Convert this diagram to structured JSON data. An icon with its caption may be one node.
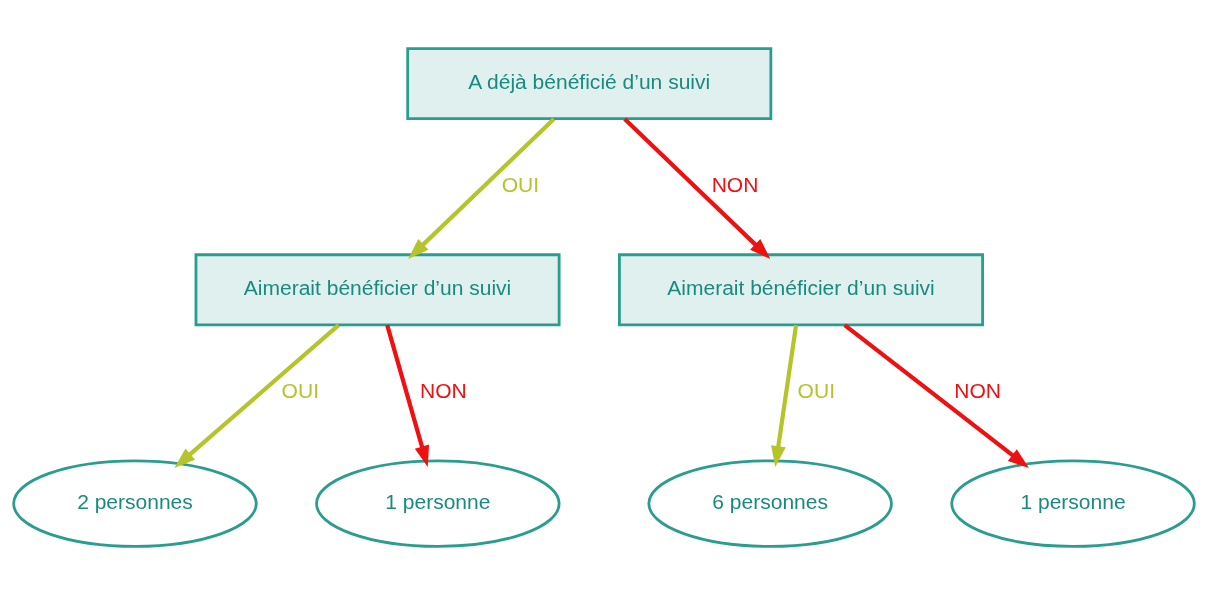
{
  "diagram": {
    "nodes": [
      {
        "text": [
          "A déjà bénéficié d’un suivi"
        ]
      },
      {
        "text": [
          "Aimerait bénéficier d’un suivi"
        ]
      },
      {
        "text": [
          "Aimerait bénéficier d’un suivi"
        ]
      },
      {
        "text": [
          "2 personnes"
        ]
      },
      {
        "text": [
          "1 personne"
        ]
      },
      {
        "text": [
          "6 personnes"
        ]
      },
      {
        "text": [
          "1 personne"
        ]
      }
    ],
    "edges": [
      {
        "from": 0,
        "to": 1,
        "arrow": "to",
        "label": "OUI",
        "color": "#b5c42a"
      },
      {
        "from": 0,
        "to": 2,
        "arrow": "to",
        "label": "NON",
        "color": "#ee1111"
      },
      {
        "from": 1,
        "to": 3,
        "arrow": "to",
        "label": "OUI",
        "color": "#b5c42a"
      },
      {
        "from": 1,
        "to": 4,
        "arrow": "to",
        "label": "NON",
        "color": "#ee1111"
      },
      {
        "from": 2,
        "to": 5,
        "arrow": "to",
        "label": "OUI",
        "color": "#b5c42a"
      },
      {
        "from": 2,
        "to": 6,
        "arrow": "to",
        "label": "NON",
        "color": "#ee1111"
      }
    ]
  }
}
